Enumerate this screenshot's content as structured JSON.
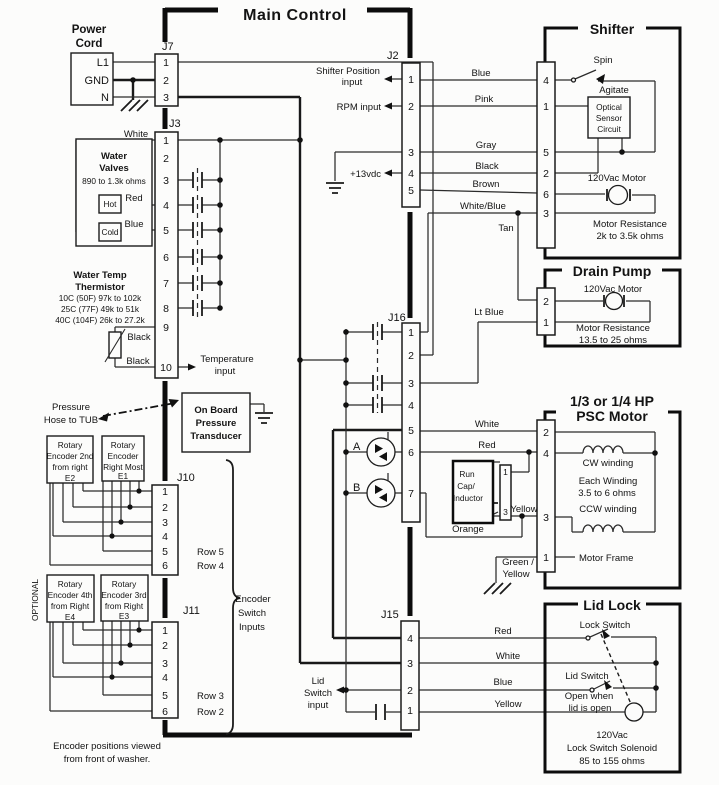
{
  "main": {
    "title": "Main Control"
  },
  "power_cord": {
    "title1": "Power",
    "title2": "Cord",
    "t1": "L1",
    "t2": "GND",
    "t3": "N"
  },
  "connectors": {
    "j7": {
      "label": "J7",
      "pins": [
        "1",
        "2",
        "3"
      ]
    },
    "j3": {
      "label": "J3",
      "pins": [
        "1",
        "2",
        "3",
        "4",
        "5",
        "6",
        "7",
        "8",
        "9",
        "10"
      ]
    },
    "j2": {
      "label": "J2",
      "pins": [
        "1",
        "2",
        "3",
        "4",
        "5"
      ]
    },
    "j16": {
      "label": "J16",
      "pins": [
        "1",
        "2",
        "3",
        "4",
        "5",
        "6",
        "7"
      ]
    },
    "j10": {
      "label": "J10",
      "pins": [
        "1",
        "2",
        "3",
        "4",
        "5",
        "6"
      ]
    },
    "j11": {
      "label": "J11",
      "pins": [
        "1",
        "2",
        "3",
        "4",
        "5",
        "6"
      ]
    },
    "j15": {
      "label": "J15",
      "pins": [
        "4",
        "3",
        "2",
        "1"
      ]
    },
    "shifter": {
      "pins": [
        "4",
        "1",
        "5",
        "2",
        "6",
        "3"
      ]
    },
    "drain": {
      "pins": [
        "2",
        "1"
      ]
    },
    "psc": {
      "pins": [
        "2",
        "4",
        "3",
        "1"
      ]
    },
    "runcap": {
      "pins": [
        "1",
        "3"
      ]
    }
  },
  "water_valves": {
    "line1": "Water",
    "line2": "Valves",
    "line3": "890 to 1.3k ohms",
    "hot": "Hot",
    "cold": "Cold"
  },
  "thermistor": {
    "line1": "Water Temp",
    "line2": "Thermistor",
    "r1": "10C (50F) 97k to 102k",
    "r2": "25C (77F) 49k to 51k",
    "r3": "40C (104F) 26k to 27.2k",
    "black1": "Black",
    "black2": "Black"
  },
  "wires": {
    "white_j3": "White",
    "red_valve": "Red",
    "blue_valve": "Blue",
    "blue": "Blue",
    "pink": "Pink",
    "gray": "Gray",
    "black": "Black",
    "brown": "Brown",
    "white_blue": "White/Blue",
    "tan": "Tan",
    "lt_blue": "Lt Blue",
    "white_psc": "White",
    "red_psc": "Red",
    "yellow": "Yellow",
    "orange": "Orange",
    "green_yellow1": "Green /",
    "green_yellow2": "Yellow",
    "red_lid": "Red",
    "white_lid": "White",
    "blue_lid": "Blue",
    "yellow_lid": "Yellow"
  },
  "inputs": {
    "shifter_pos1": "Shifter Position",
    "shifter_pos2": "input",
    "rpm": "RPM input",
    "vdc": "+13vdc",
    "temp1": "Temperature",
    "temp2": "input",
    "lid1": "Lid",
    "lid2": "Switch",
    "lid3": "input",
    "pressure1": "Pressure",
    "pressure2": "Hose to TUB"
  },
  "transducer": {
    "line1": "On Board",
    "line2": "Pressure",
    "line3": "Transducer"
  },
  "shifter_box": {
    "title": "Shifter",
    "spin": "Spin",
    "agitate": "Agitate",
    "opt1": "Optical",
    "opt2": "Sensor",
    "opt3": "Circuit",
    "motor": "120Vac Motor",
    "res1": "Motor Resistance",
    "res2": "2k to 3.5k ohms"
  },
  "drain_box": {
    "title": "Drain Pump",
    "motor": "120Vac Motor",
    "res1": "Motor Resistance",
    "res2": "13.5 to 25 ohms"
  },
  "psc_box": {
    "title1": "1/3 or 1/4 HP",
    "title2": "PSC Motor",
    "cw": "CW winding",
    "each1": "Each Winding",
    "each2": "3.5 to 6 ohms",
    "ccw": "CCW winding",
    "frame": "Motor Frame",
    "runcap1": "Run",
    "runcap2": "Cap/",
    "runcap3": "Inductor"
  },
  "lid_box": {
    "title": "Lid Lock",
    "lock": "Lock Switch",
    "lid": "Lid Switch",
    "open1": "Open when",
    "open2": "lid is open",
    "sol1": "120Vac",
    "sol2": "Lock Switch Solenoid",
    "sol3": "85 to 155 ohms"
  },
  "encoders": {
    "e2": [
      "Rotary",
      "Encoder 2nd",
      "from right",
      "E2"
    ],
    "e1": [
      "Rotary",
      "Encoder",
      "Right Most",
      "E1"
    ],
    "e4": [
      "Rotary",
      "Encoder 4th",
      "from Right",
      "E4"
    ],
    "e3": [
      "Rotary",
      "Encoder 3rd",
      "from Right",
      "E3"
    ],
    "optional": "OPTIONAL",
    "row5": "Row 5",
    "row4": "Row 4",
    "row3": "Row 3",
    "row2": "Row 2",
    "brace1": "Encoder",
    "brace2": "Switch",
    "brace3": "Inputs",
    "caption1": "Encoder positions viewed",
    "caption2": "from front of washer."
  },
  "triacs": {
    "a": "A",
    "b": "B"
  }
}
